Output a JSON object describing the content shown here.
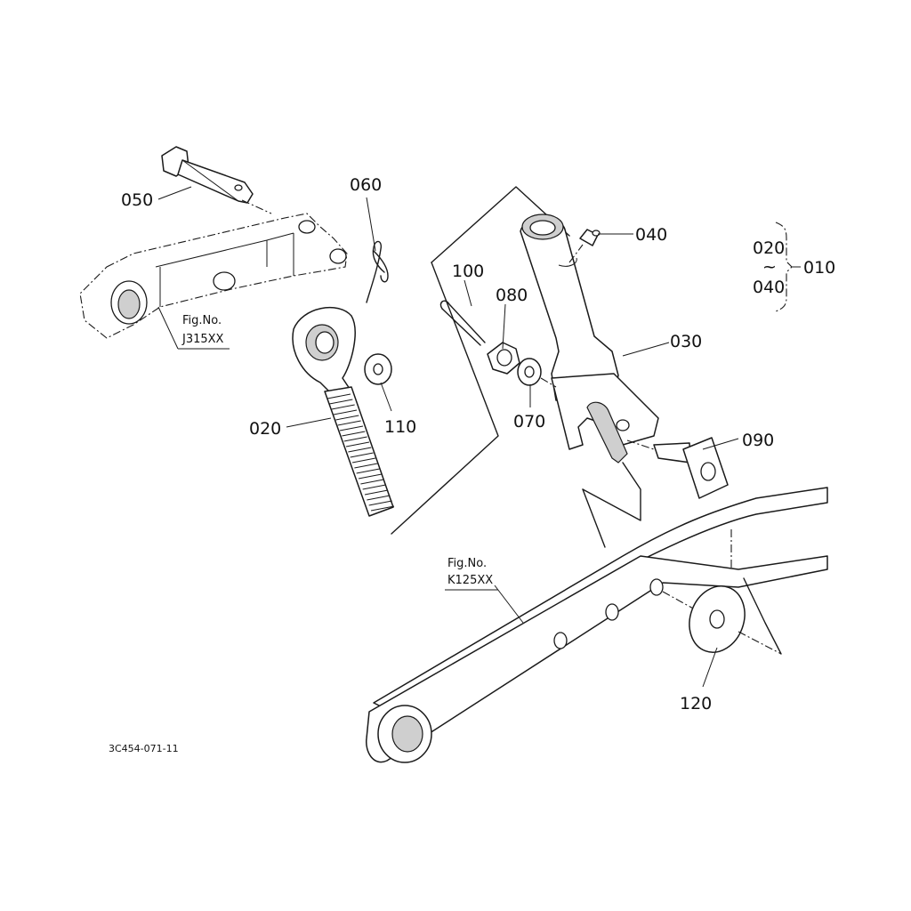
{
  "callouts": {
    "p050": "050",
    "p060": "060",
    "p040": "040",
    "p100": "100",
    "p080": "080",
    "p030": "030",
    "p020": "020",
    "p110": "110",
    "p070": "070",
    "p090": "090",
    "p120": "120"
  },
  "assembly_group": {
    "from": "020",
    "tilde": "~",
    "to": "040",
    "assembly": "010"
  },
  "figure_refs": [
    {
      "line1": "Fig.No.",
      "line2": "J315XX"
    },
    {
      "line1": "Fig.No.",
      "line2": "K125XX"
    }
  ],
  "drawing_code": "3C454-071-11"
}
